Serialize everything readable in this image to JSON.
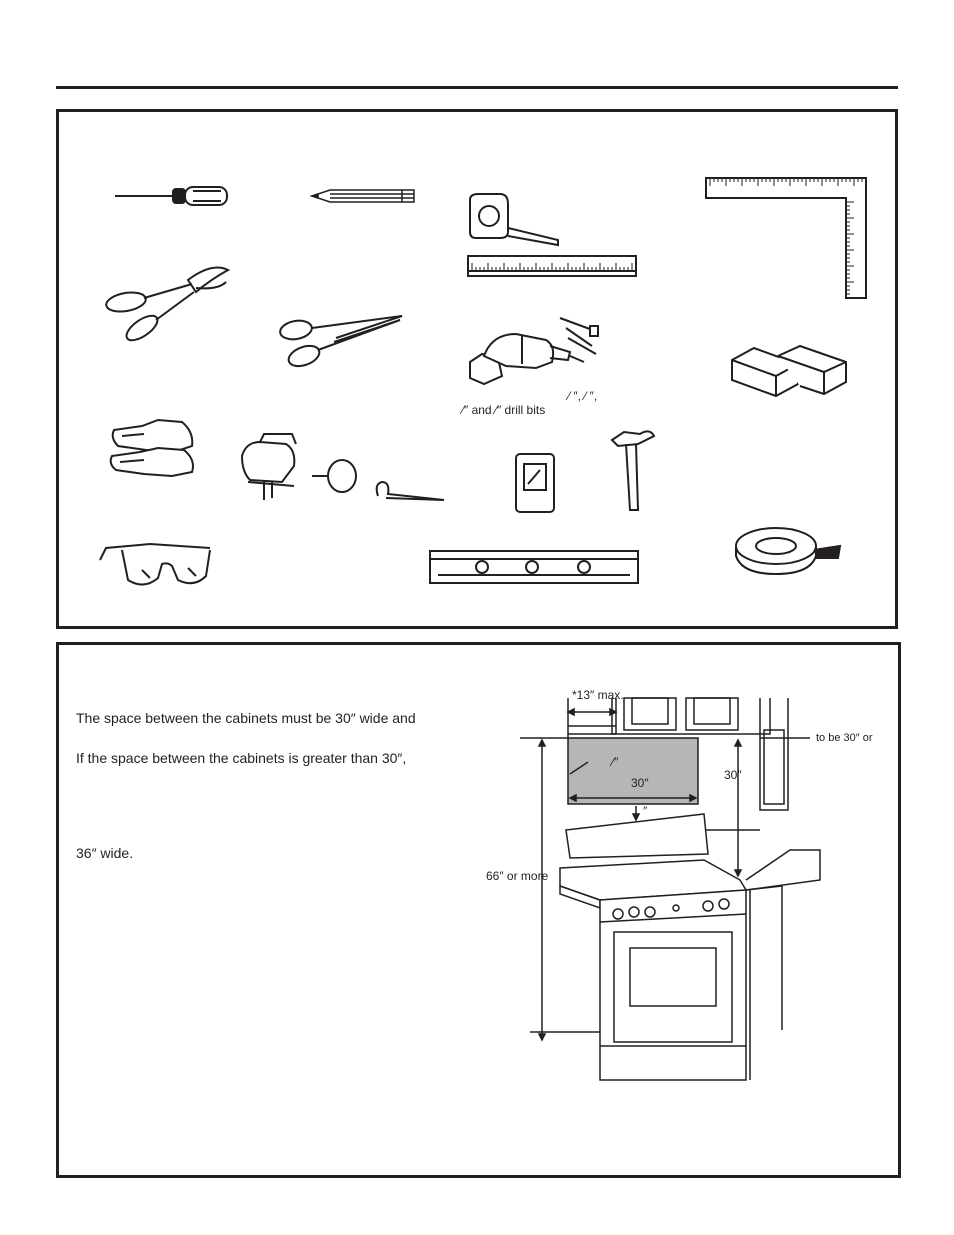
{
  "tools": {
    "drill_sizes_line1": "⁄ ″,  ⁄ ″,",
    "drill_bits_line2": "⁄″ and  ⁄″ drill bits"
  },
  "space": {
    "para1": "The space between the cabinets must be 30″ wide and",
    "para2": "If the space between the cabinets is greater than 30″,",
    "para3": "36″ wide."
  },
  "diagram": {
    "max_depth": "*13″ max.",
    "side_note": "to be 30″ or",
    "panel_fraction": "⁄″",
    "panel_width": "30″",
    "gap_label": "″",
    "height_30": "30″",
    "height_66": "66″ or more"
  }
}
